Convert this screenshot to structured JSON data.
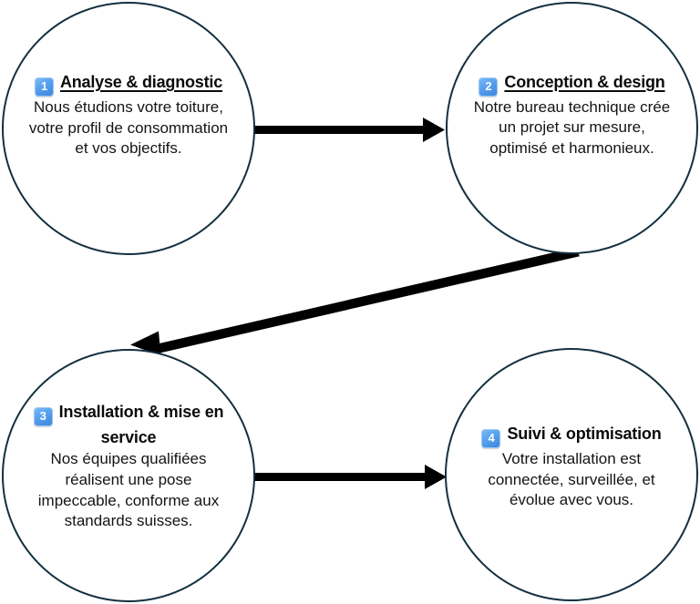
{
  "diagram": {
    "type": "flow-diagram",
    "background_color": "#ffffff",
    "circle_stroke_color": "#13303f",
    "badge_color": "#56a0ee",
    "arrow_color": "#000000",
    "nodes": [
      {
        "id": "node-1",
        "badge": "1",
        "badge_icon": "keycap-number-one-icon",
        "heading": "Analyse & diagnostic",
        "heading_underlined": true,
        "body": "Nous étudions votre toiture, votre profil de consommation et vos objectifs."
      },
      {
        "id": "node-2",
        "badge": "2",
        "badge_icon": "keycap-number-two-icon",
        "heading": "Conception & design",
        "heading_underlined": true,
        "body": "Notre bureau technique crée un projet sur mesure, optimisé et harmonieux."
      },
      {
        "id": "node-3",
        "badge": "3",
        "badge_icon": "keycap-number-three-icon",
        "heading": "Installation & mise en service",
        "heading_underlined": false,
        "body": "Nos équipes qualifiées réalisent une pose impeccable, conforme aux standards suisses."
      },
      {
        "id": "node-4",
        "badge": "4",
        "badge_icon": "keycap-number-four-icon",
        "heading": "Suivi & optimisation",
        "heading_underlined": false,
        "body": "Votre installation est connectée, surveillée, et évolue avec vous."
      }
    ],
    "connectors": [
      {
        "id": "arrow-1-to-2",
        "from": "node-1",
        "to": "node-2",
        "direction": "right"
      },
      {
        "id": "arrow-2-to-3",
        "from": "node-2",
        "to": "node-3",
        "direction": "diagonal-down-left"
      },
      {
        "id": "arrow-3-to-4",
        "from": "node-3",
        "to": "node-4",
        "direction": "right"
      }
    ]
  }
}
